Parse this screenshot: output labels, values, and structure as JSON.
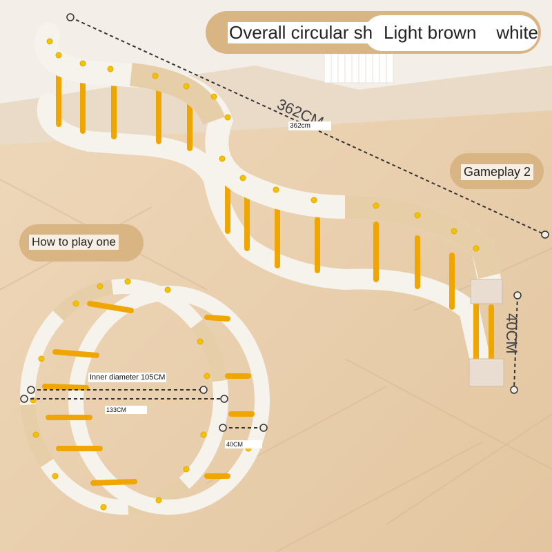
{
  "product": {
    "title_left": "Overall circular sh",
    "colors_label": "Light brown    white",
    "gameplay_two": "Gameplay 2",
    "gameplay_one": "How to play one"
  },
  "dimensions": {
    "length_big": "362CM",
    "length_small": "362cm",
    "height_big": "40CM",
    "inner_diameter": "Inner diameter 105CM",
    "outer_diameter": "133CM",
    "ring_width": "40CM"
  },
  "colors": {
    "accent_orange": "#F0A600",
    "pill_tan": "#D9B584",
    "pill_white": "#FFFFFF",
    "floor": "#E8CFAE",
    "wall": "#F3EFEA",
    "panel_white": "#F6F2EC",
    "panel_beige": "#E6CFA8"
  }
}
